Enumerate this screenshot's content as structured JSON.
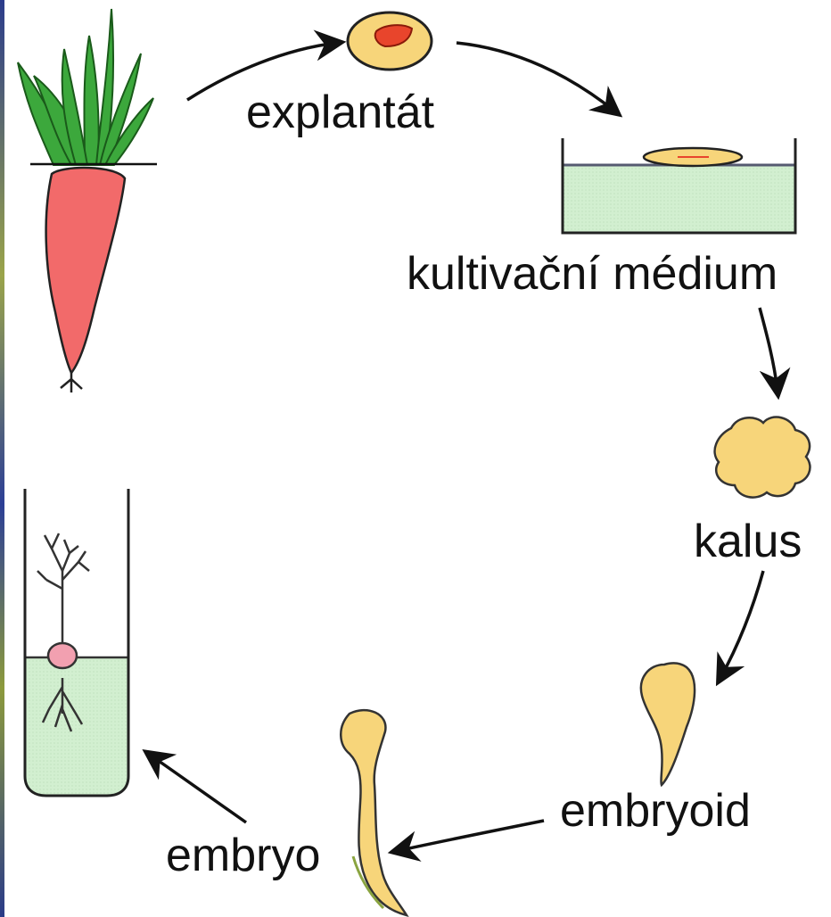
{
  "labels": {
    "explant": "explantát",
    "medium": "kultivační médium",
    "callus": "kalus",
    "embryoid": "embryoid",
    "embryo": "embryo"
  },
  "colors": {
    "carrot": "#f26a6a",
    "leaves": "#3ca83c",
    "explant_fill": "#f7d57a",
    "explant_core": "#e8452c",
    "medium_fill": "#d2efd0",
    "callus": "#f7d57a",
    "embryoid": "#f7d57a",
    "tube_fill": "#d2efd0",
    "plantlet_bud": "#f2a0b0",
    "arrow": "#111111"
  }
}
